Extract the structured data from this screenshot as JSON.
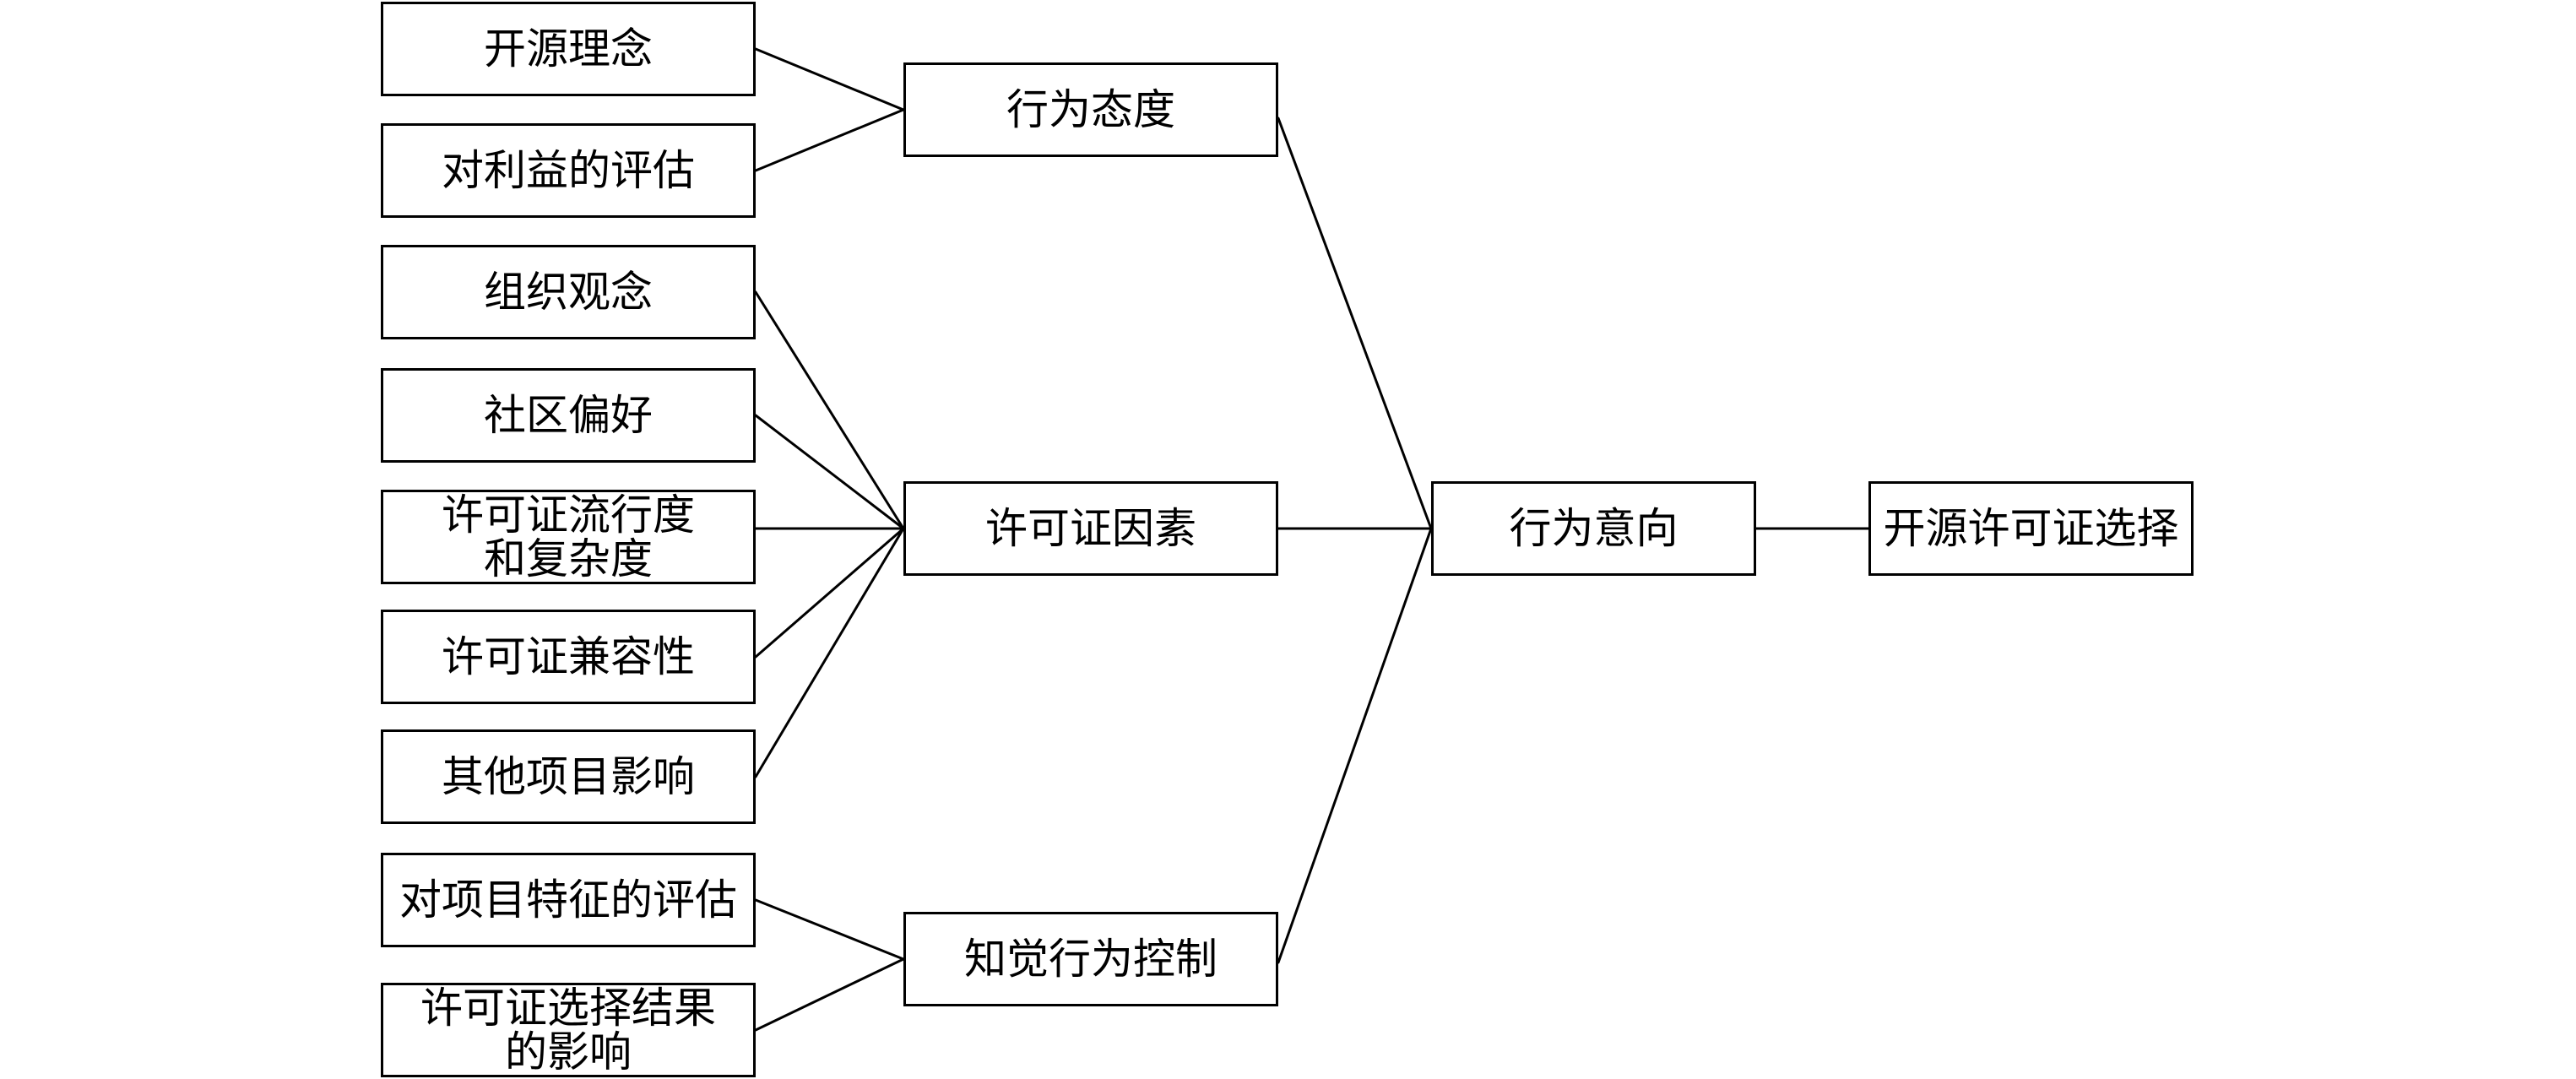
{
  "nodes": {
    "open_source_philosophy": {
      "lines": [
        "开源理念"
      ]
    },
    "benefit_evaluation": {
      "lines": [
        "对利益的评估"
      ]
    },
    "organizational_view": {
      "lines": [
        "组织观念"
      ]
    },
    "community_preference": {
      "lines": [
        "社区偏好"
      ]
    },
    "license_popularity_complexity": {
      "lines": [
        "许可证流行度",
        "和复杂度"
      ]
    },
    "license_compatibility": {
      "lines": [
        "许可证兼容性"
      ]
    },
    "other_project_influence": {
      "lines": [
        "其他项目影响"
      ]
    },
    "project_feature_evaluation": {
      "lines": [
        "对项目特征的评估"
      ]
    },
    "license_choice_outcome_influence": {
      "lines": [
        "许可证选择结果",
        "的影响"
      ]
    },
    "behavioral_attitude": {
      "lines": [
        "行为态度"
      ]
    },
    "license_factors": {
      "lines": [
        "许可证因素"
      ]
    },
    "perceived_behavioral_control": {
      "lines": [
        "知觉行为控制"
      ]
    },
    "behavioral_intention": {
      "lines": [
        "行为意向"
      ]
    },
    "open_source_license_choice": {
      "lines": [
        "开源许可证选择"
      ]
    }
  }
}
